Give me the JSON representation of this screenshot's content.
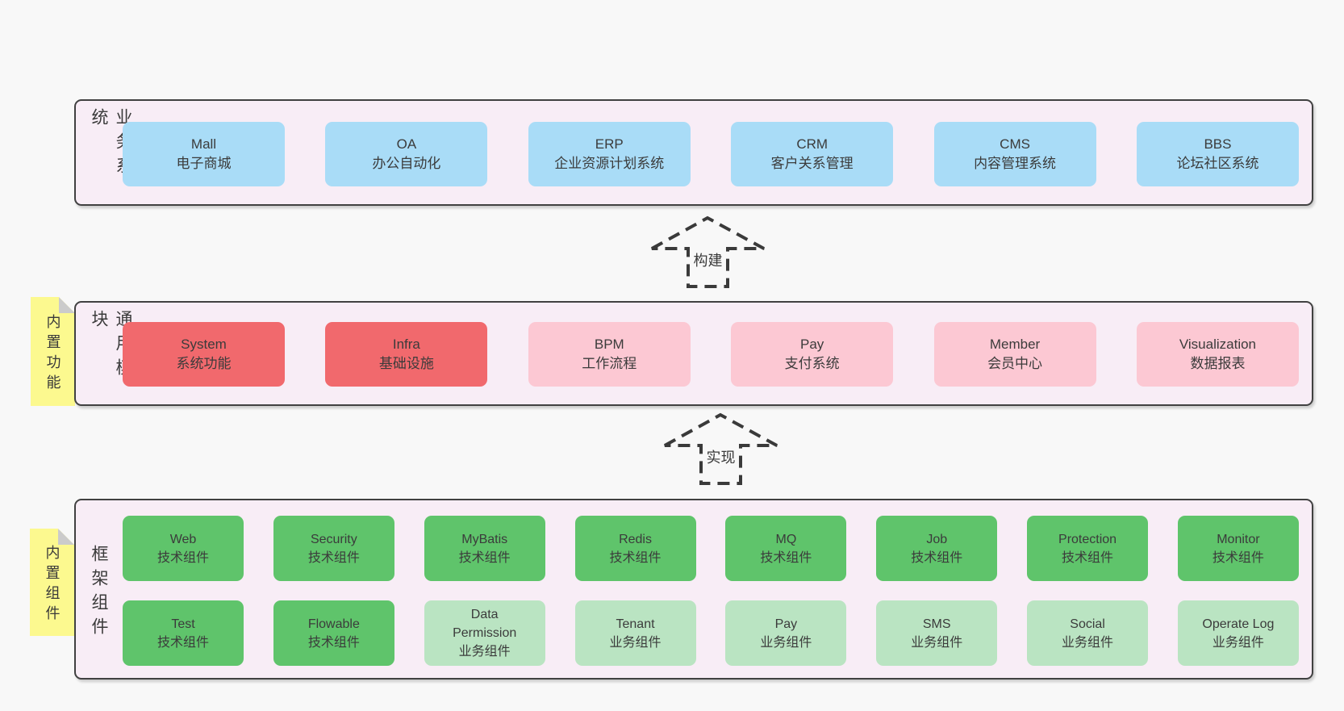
{
  "palette": {
    "page_bg": "#f8f8f8",
    "band_bg": "#f8edf6",
    "band_border": "#414141",
    "blue_box": "#a9dcf7",
    "red_box": "#f1696d",
    "pink_box": "#fcc8d3",
    "green_box": "#5fc46b",
    "light_green_box": "#bae4c2",
    "sticky_yellow": "#fcf98f",
    "sticky_fold": "#cbcbcb",
    "text": "#3b3b3b"
  },
  "bands": {
    "business": {
      "label": "业务系统",
      "boxes": [
        {
          "title": "Mall",
          "sub": "电子商城"
        },
        {
          "title": "OA",
          "sub": "办公自动化"
        },
        {
          "title": "ERP",
          "sub": "企业资源计划系统"
        },
        {
          "title": "CRM",
          "sub": "客户关系管理"
        },
        {
          "title": "CMS",
          "sub": "内容管理系统"
        },
        {
          "title": "BBS",
          "sub": "论坛社区系统"
        }
      ]
    },
    "modules": {
      "label": "通用模块",
      "sticky": "内置功能",
      "boxes": [
        {
          "title": "System",
          "sub": "系统功能"
        },
        {
          "title": "Infra",
          "sub": "基础设施"
        },
        {
          "title": "BPM",
          "sub": "工作流程"
        },
        {
          "title": "Pay",
          "sub": "支付系统"
        },
        {
          "title": "Member",
          "sub": "会员中心"
        },
        {
          "title": "Visualization",
          "sub": "数据报表"
        }
      ]
    },
    "framework": {
      "label": "框架组件",
      "sticky": "内置组件",
      "row1": [
        {
          "title": "Web",
          "sub": "技术组件"
        },
        {
          "title": "Security",
          "sub": "技术组件"
        },
        {
          "title": "MyBatis",
          "sub": "技术组件"
        },
        {
          "title": "Redis",
          "sub": "技术组件"
        },
        {
          "title": "MQ",
          "sub": "技术组件"
        },
        {
          "title": "Job",
          "sub": "技术组件"
        },
        {
          "title": "Protection",
          "sub": "技术组件"
        },
        {
          "title": "Monitor",
          "sub": "技术组件"
        }
      ],
      "row2": [
        {
          "title": "Test",
          "sub": "技术组件"
        },
        {
          "title": "Flowable",
          "sub": "技术组件"
        },
        {
          "title": "Data\nPermission",
          "sub": "业务组件"
        },
        {
          "title": "Tenant",
          "sub": "业务组件"
        },
        {
          "title": "Pay",
          "sub": "业务组件"
        },
        {
          "title": "SMS",
          "sub": "业务组件"
        },
        {
          "title": "Social",
          "sub": "业务组件"
        },
        {
          "title": "Operate Log",
          "sub": "业务组件"
        }
      ]
    }
  },
  "arrows": [
    {
      "label": "构建"
    },
    {
      "label": "实现"
    }
  ]
}
